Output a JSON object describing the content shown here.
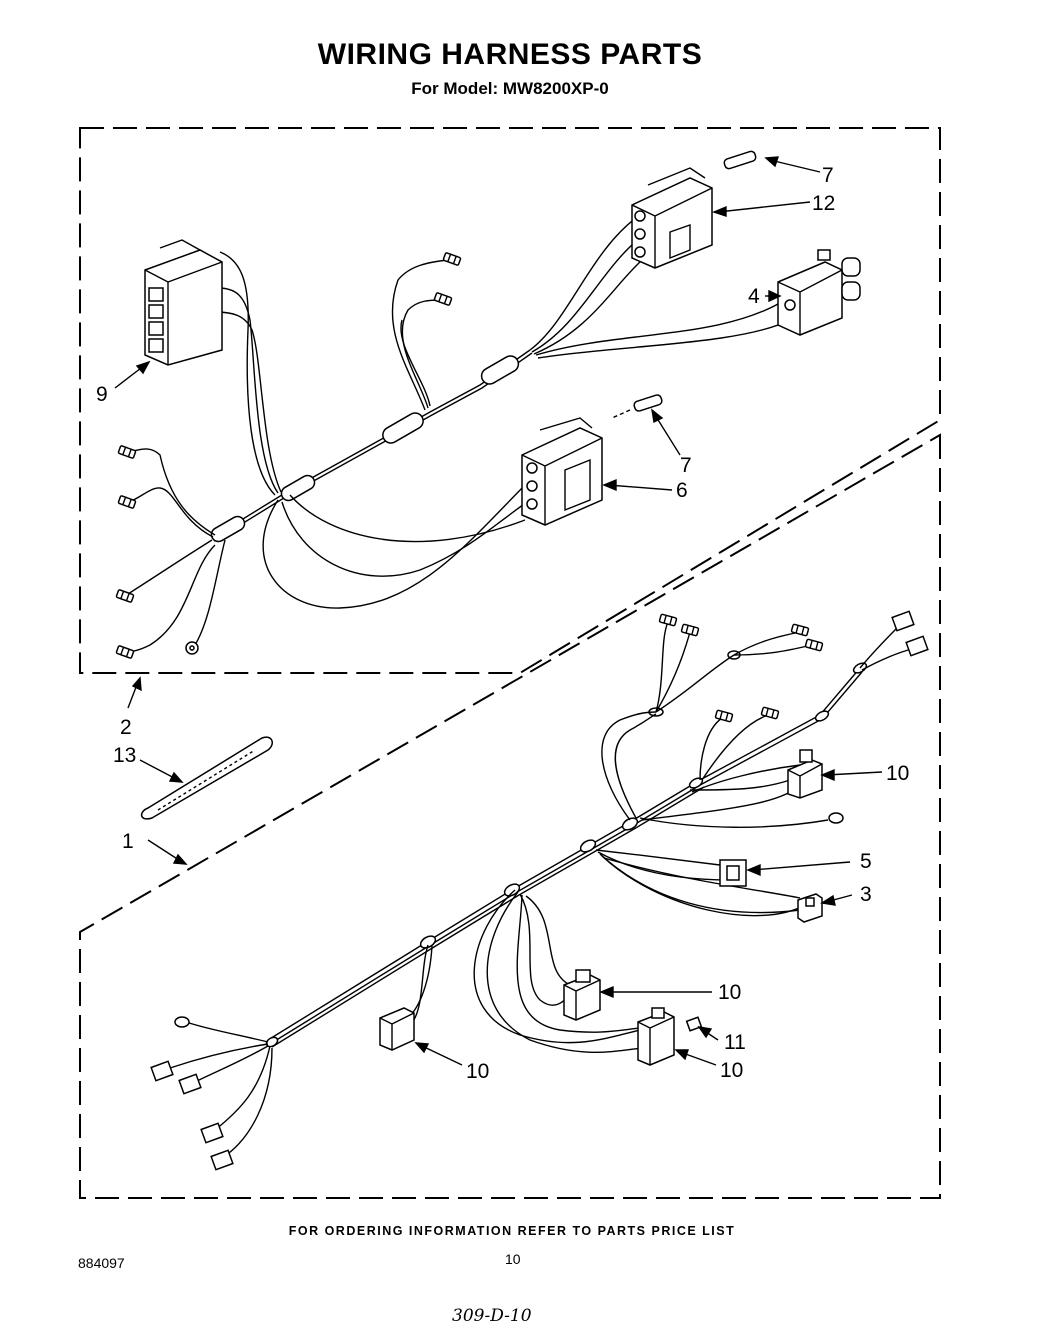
{
  "header": {
    "title": "WIRING HARNESS PARTS",
    "subtitle": "For Model: MW8200XP-0"
  },
  "callouts": {
    "c7a": "7",
    "c12": "12",
    "c4": "4",
    "c9": "9",
    "c7b": "7",
    "c6": "6",
    "c2": "2",
    "c13": "13",
    "c1": "1",
    "c10a": "10",
    "c5": "5",
    "c3": "3",
    "c10b": "10",
    "c11": "11",
    "c10c": "10",
    "c10d": "10"
  },
  "footer": {
    "ordering_note": "FOR ORDERING INFORMATION REFER TO PARTS PRICE LIST",
    "doc_number": "884097",
    "page_number": "10",
    "handwritten_code": "309-D-10"
  }
}
